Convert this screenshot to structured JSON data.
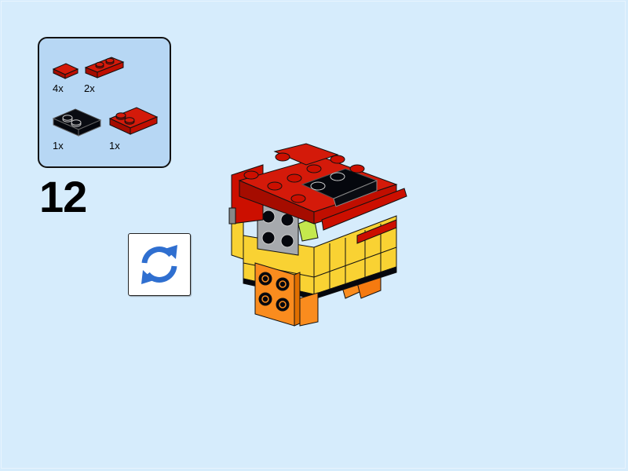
{
  "page": {
    "background": "#d6ecfc"
  },
  "parts_callout": {
    "background": "#b7d7f4",
    "parts": [
      {
        "name": "red-tile-1x1",
        "color": "#cc0f00",
        "quantity": "4x"
      },
      {
        "name": "red-plate-1x2",
        "color": "#cc0f00",
        "quantity": "2x"
      },
      {
        "name": "black-plate-2x2-corner",
        "color": "#05070d",
        "quantity": "1x"
      },
      {
        "name": "red-plate-2x2-corner",
        "color": "#cc0f00",
        "quantity": "1x"
      }
    ]
  },
  "step": {
    "number": "12"
  },
  "rotate_button": {
    "icon": "rotate-arrows-icon",
    "color": "#2f6fd0"
  },
  "model": {
    "description": "Brick-built figure assembly",
    "colors": {
      "red": "#cc0f00",
      "yellow": "#f9d233",
      "orange": "#fa8c1e",
      "gray": "#a6a9ad",
      "black": "#05070d",
      "lime": "#c4e84d"
    }
  }
}
